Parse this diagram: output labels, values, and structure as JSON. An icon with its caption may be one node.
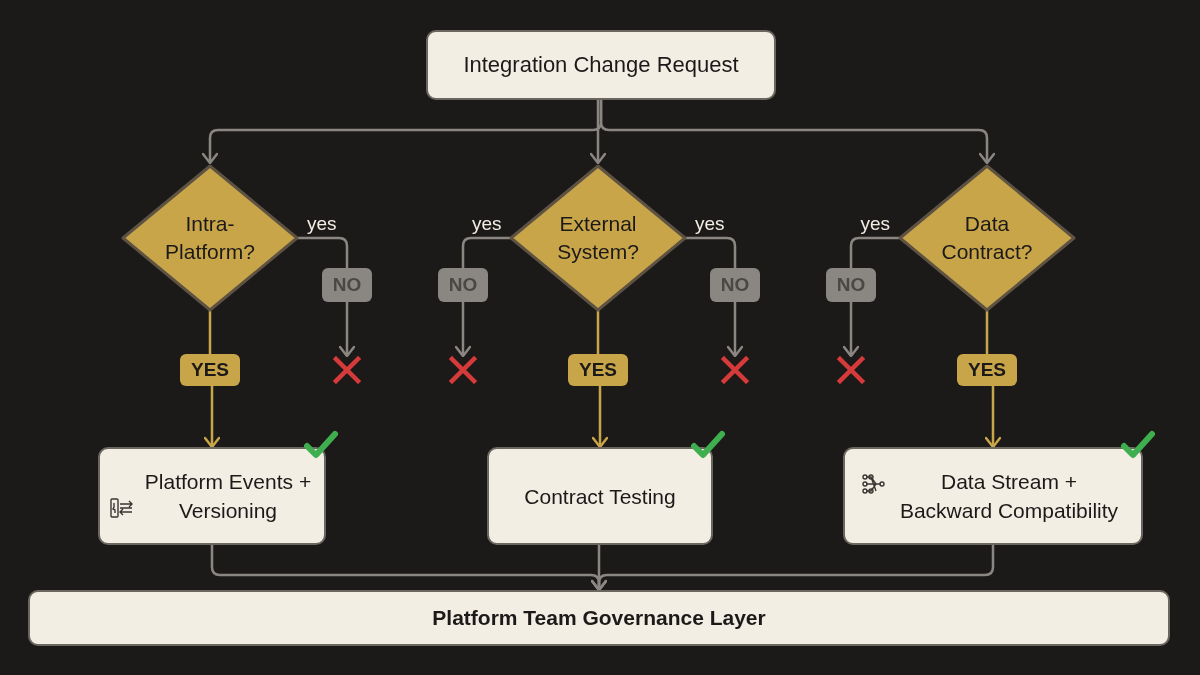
{
  "diagram": {
    "nodes": [
      {
        "text": [
          "Integration Change Request"
        ]
      },
      {
        "text": [
          "Intra-Platform?"
        ]
      },
      {
        "text": [
          "External System?"
        ]
      },
      {
        "text": [
          "Data Contract?"
        ]
      },
      {
        "text": [
          "NO"
        ]
      },
      {
        "text": [
          "NO"
        ]
      },
      {
        "text": [
          "NO"
        ]
      },
      {
        "text": [
          "NO"
        ]
      },
      {
        "text": [
          "YES"
        ]
      },
      {
        "text": [],
        "shape": "cross"
      },
      {
        "text": [],
        "shape": "cross"
      },
      {
        "text": [
          "YES"
        ]
      },
      {
        "text": [],
        "shape": "cross"
      },
      {
        "text": [],
        "shape": "cross"
      },
      {
        "text": [
          "YES"
        ]
      },
      {
        "text": [
          "Platform Events + Versioning"
        ]
      },
      {
        "text": [
          "Contract Testing"
        ]
      },
      {
        "text": [
          "Data Stream + Backward Compatibility"
        ]
      },
      {
        "text": [
          "Platform Team Governance Layer"
        ]
      }
    ],
    "edges": [
      {
        "from": 0,
        "to": 1,
        "arrow": "to"
      },
      {
        "from": 0,
        "to": 2,
        "arrow": "to"
      },
      {
        "from": 0,
        "to": 3,
        "arrow": "to"
      },
      {
        "from": 1,
        "to": 4,
        "arrow": "none",
        "label": "yes"
      },
      {
        "from": 4,
        "to": 9,
        "arrow": "to"
      },
      {
        "from": 2,
        "to": 5,
        "arrow": "none",
        "label": "yes"
      },
      {
        "from": 5,
        "to": 10,
        "arrow": "to"
      },
      {
        "from": 2,
        "to": 6,
        "arrow": "none",
        "label": "yes"
      },
      {
        "from": 6,
        "to": 12,
        "arrow": "to"
      },
      {
        "from": 3,
        "to": 7,
        "arrow": "none",
        "label": "yes"
      },
      {
        "from": 7,
        "to": 13,
        "arrow": "to"
      },
      {
        "from": 1,
        "to": 8,
        "arrow": "none",
        "color": "#c9a54a"
      },
      {
        "from": 8,
        "to": 15,
        "arrow": "to",
        "color": "#c9a54a"
      },
      {
        "from": 2,
        "to": 11,
        "arrow": "none",
        "color": "#c9a54a"
      },
      {
        "from": 11,
        "to": 16,
        "arrow": "to",
        "color": "#c9a54a"
      },
      {
        "from": 3,
        "to": 14,
        "arrow": "none",
        "color": "#c9a54a"
      },
      {
        "from": 14,
        "to": 17,
        "arrow": "to",
        "color": "#c9a54a"
      },
      {
        "from": 15,
        "to": 18,
        "arrow": "to"
      },
      {
        "from": 16,
        "to": 18,
        "arrow": "to"
      },
      {
        "from": 17,
        "to": 18,
        "arrow": "to"
      }
    ]
  }
}
